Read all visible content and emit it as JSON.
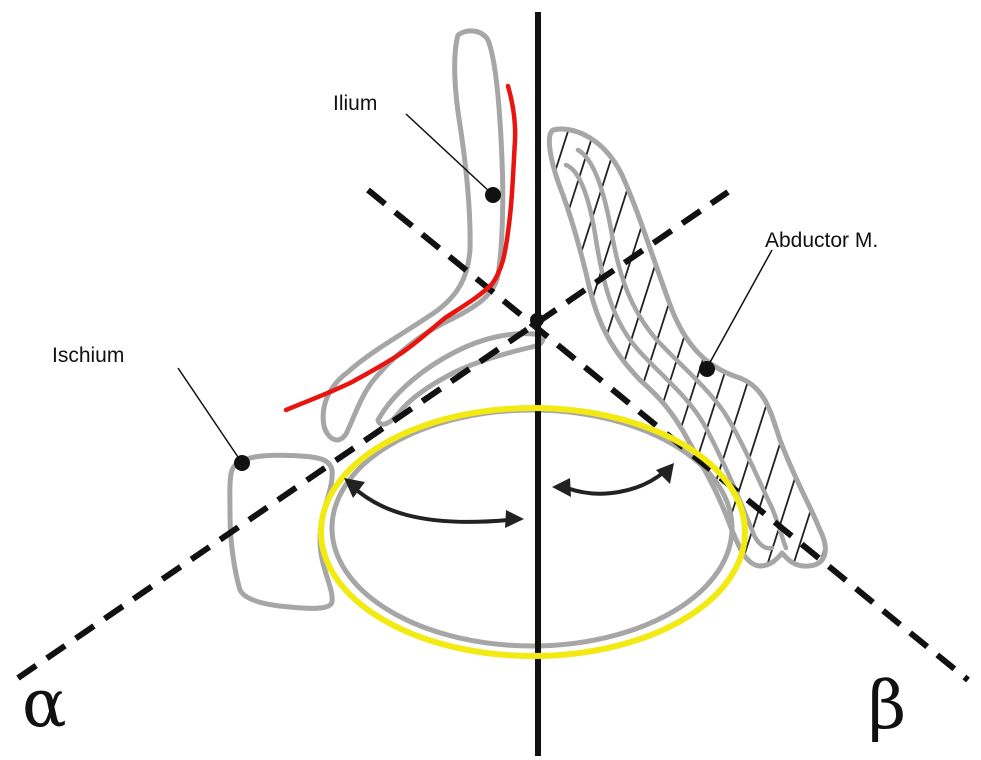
{
  "labels": {
    "ilium": "Ilium",
    "abductor": "Abductor M.",
    "ischium": "Ischium",
    "alpha": "α",
    "beta": "β"
  },
  "colors": {
    "bone_outline": "#a6a6a6",
    "line": "#111111",
    "ilium_highlight": "#e8140f",
    "femoral_head_highlight": "#f2ea12"
  }
}
